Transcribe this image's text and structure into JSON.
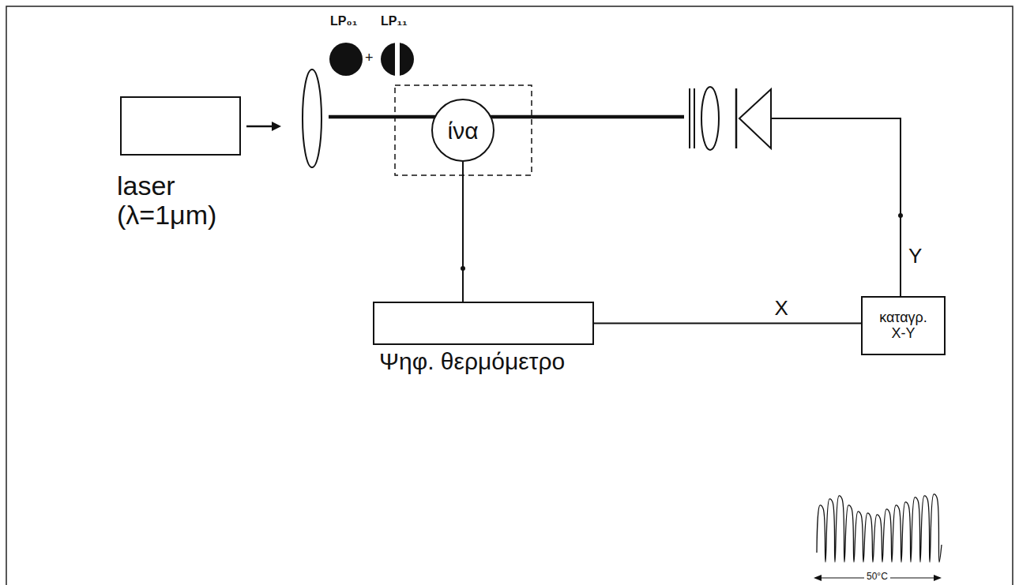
{
  "diagram": {
    "nodes": [
      {
        "text": [
          "laser (λ=1μm)"
        ]
      },
      {
        "text": [
          "ίνα"
        ]
      },
      {
        "text": [
          "Ψηφ. θερμόμετρο"
        ]
      },
      {
        "text": [
          "καταγρ. X-Y"
        ]
      }
    ],
    "edges": [
      {
        "from": 1,
        "to": 2,
        "arrow": "none"
      },
      {
        "from": 2,
        "to": 3,
        "arrow": "none",
        "label": "X"
      }
    ],
    "labels": [
      "LP₀₁",
      "LP₁₁",
      "+",
      "Y",
      "50°C"
    ]
  }
}
